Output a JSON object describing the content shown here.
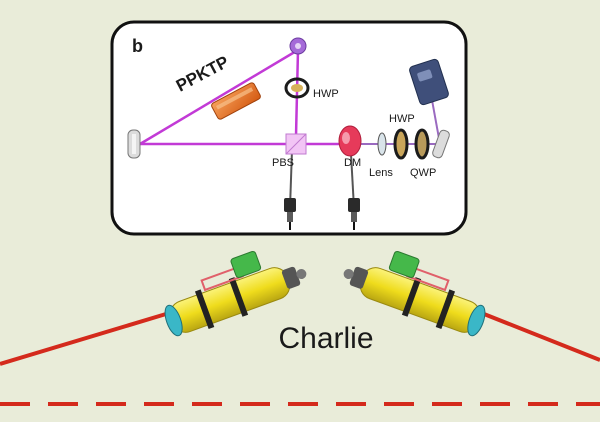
{
  "panel": {
    "letter": "b",
    "labels": {
      "ppktp": "PPKTP",
      "hwp_top": "HWP",
      "hwp_right": "HWP",
      "pbs": "PBS",
      "dm": "DM",
      "lens": "Lens",
      "qwp": "QWP"
    }
  },
  "station": {
    "name": "Charlie"
  },
  "colors": {
    "background": "#e9ecd9",
    "pump_beam": "#c23ad6",
    "fiber_line": "#d42a1c",
    "crystal": "#e8731f",
    "telescope": "#f2e21e",
    "telescope_mount": "#45b84a"
  }
}
